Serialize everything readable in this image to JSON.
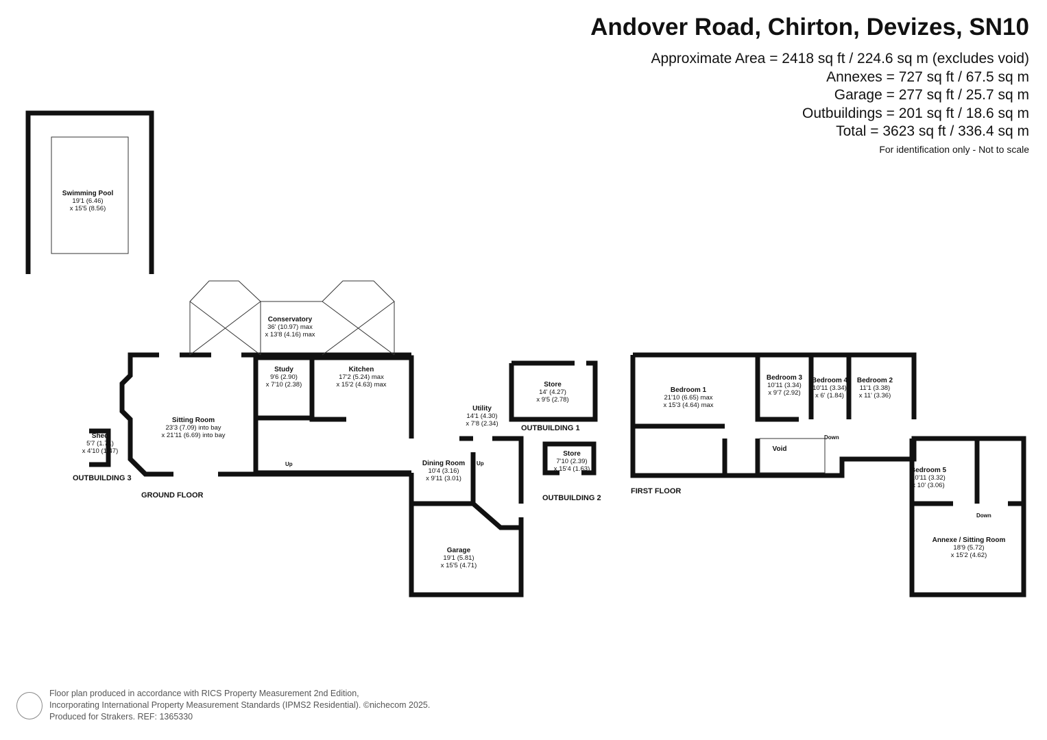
{
  "header": {
    "title": "Andover Road, Chirton, Devizes, SN10",
    "areas": [
      "Approximate Area = 2418 sq ft / 224.6 sq m (excludes void)",
      "Annexes = 727 sq ft / 67.5 sq m",
      "Garage = 277 sq ft / 25.7 sq m",
      "Outbuildings = 201 sq ft / 18.6 sq m",
      "Total = 3623 sq ft / 336.4 sq m"
    ],
    "note": "For identification only - Not to scale"
  },
  "rooms": {
    "pool": {
      "name": "Swimming Pool",
      "dim1": "19'1 (6.46)",
      "dim2": "x 15'5 (8.56)"
    },
    "conservatory": {
      "name": "Conservatory",
      "dim1": "36' (10.97) max",
      "dim2": "x 13'8 (4.16)  max"
    },
    "study": {
      "name": "Study",
      "dim1": "9'6 (2.90)",
      "dim2": "x 7'10 (2.38)"
    },
    "kitchen": {
      "name": "Kitchen",
      "dim1": "17'2 (5.24) max",
      "dim2": "x 15'2 (4.63)  max"
    },
    "sitting": {
      "name": "Sitting Room",
      "dim1": "23'3 (7.09) into bay",
      "dim2": "x 21'11 (6.69) into bay"
    },
    "shed": {
      "name": "Shed",
      "dim1": "5'7 (1.71)",
      "dim2": "x 4'10 (1.47)"
    },
    "store1": {
      "name": "Store",
      "dim1": "14' (4.27)",
      "dim2": "x 9'5 (2.78)"
    },
    "utility": {
      "name": "Utility",
      "dim1": "14'1 (4.30)",
      "dim2": "x 7'8 (2.34)"
    },
    "dining": {
      "name": "Dining Room",
      "dim1": "10'4 (3.16)",
      "dim2": "x 9'11 (3.01)"
    },
    "store2": {
      "name": "Store",
      "dim1": "7'10 (2.39)",
      "dim2": "x 15'4 (1.63)"
    },
    "garage": {
      "name": "Garage",
      "dim1": "19'1 (5.81)",
      "dim2": "x 15'5 (4.71)"
    },
    "bed1": {
      "name": "Bedroom 1",
      "dim1": "21'10 (6.65) max",
      "dim2": "x 15'3 (4.64)  max"
    },
    "bed3": {
      "name": "Bedroom 3",
      "dim1": "10'11 (3.34)",
      "dim2": "x 9'7 (2.92)"
    },
    "bed4": {
      "name": "Bedroom 4",
      "dim1": "10'11 (3.34)",
      "dim2": "x 6' (1.84)"
    },
    "bed2": {
      "name": "Bedroom 2",
      "dim1": "11'1 (3.38)",
      "dim2": "x 11' (3.36)"
    },
    "void": {
      "name": "Void"
    },
    "bed5": {
      "name": "Bedroom 5",
      "dim1": "10'11 (3.32)",
      "dim2": "x 10' (3.06)"
    },
    "annexe": {
      "name": "Annexe / Sitting Room",
      "dim1": "18'9 (5.72)",
      "dim2": "x 15'2 (4.62)"
    }
  },
  "floors": {
    "out3": "OUTBUILDING 3",
    "ground": "GROUND FLOOR",
    "out1": "OUTBUILDING 1",
    "out2": "OUTBUILDING 2",
    "first": "FIRST FLOOR"
  },
  "stairs": {
    "up": "Up",
    "down": "Down"
  },
  "footer": {
    "line1": "Floor plan produced in accordance with RICS Property Measurement 2nd Edition,",
    "line2": "Incorporating International Property Measurement Standards (IPMS2 Residential).   ©nichecom 2025.",
    "line3": "Produced for Strakers.   REF: 1365330"
  }
}
